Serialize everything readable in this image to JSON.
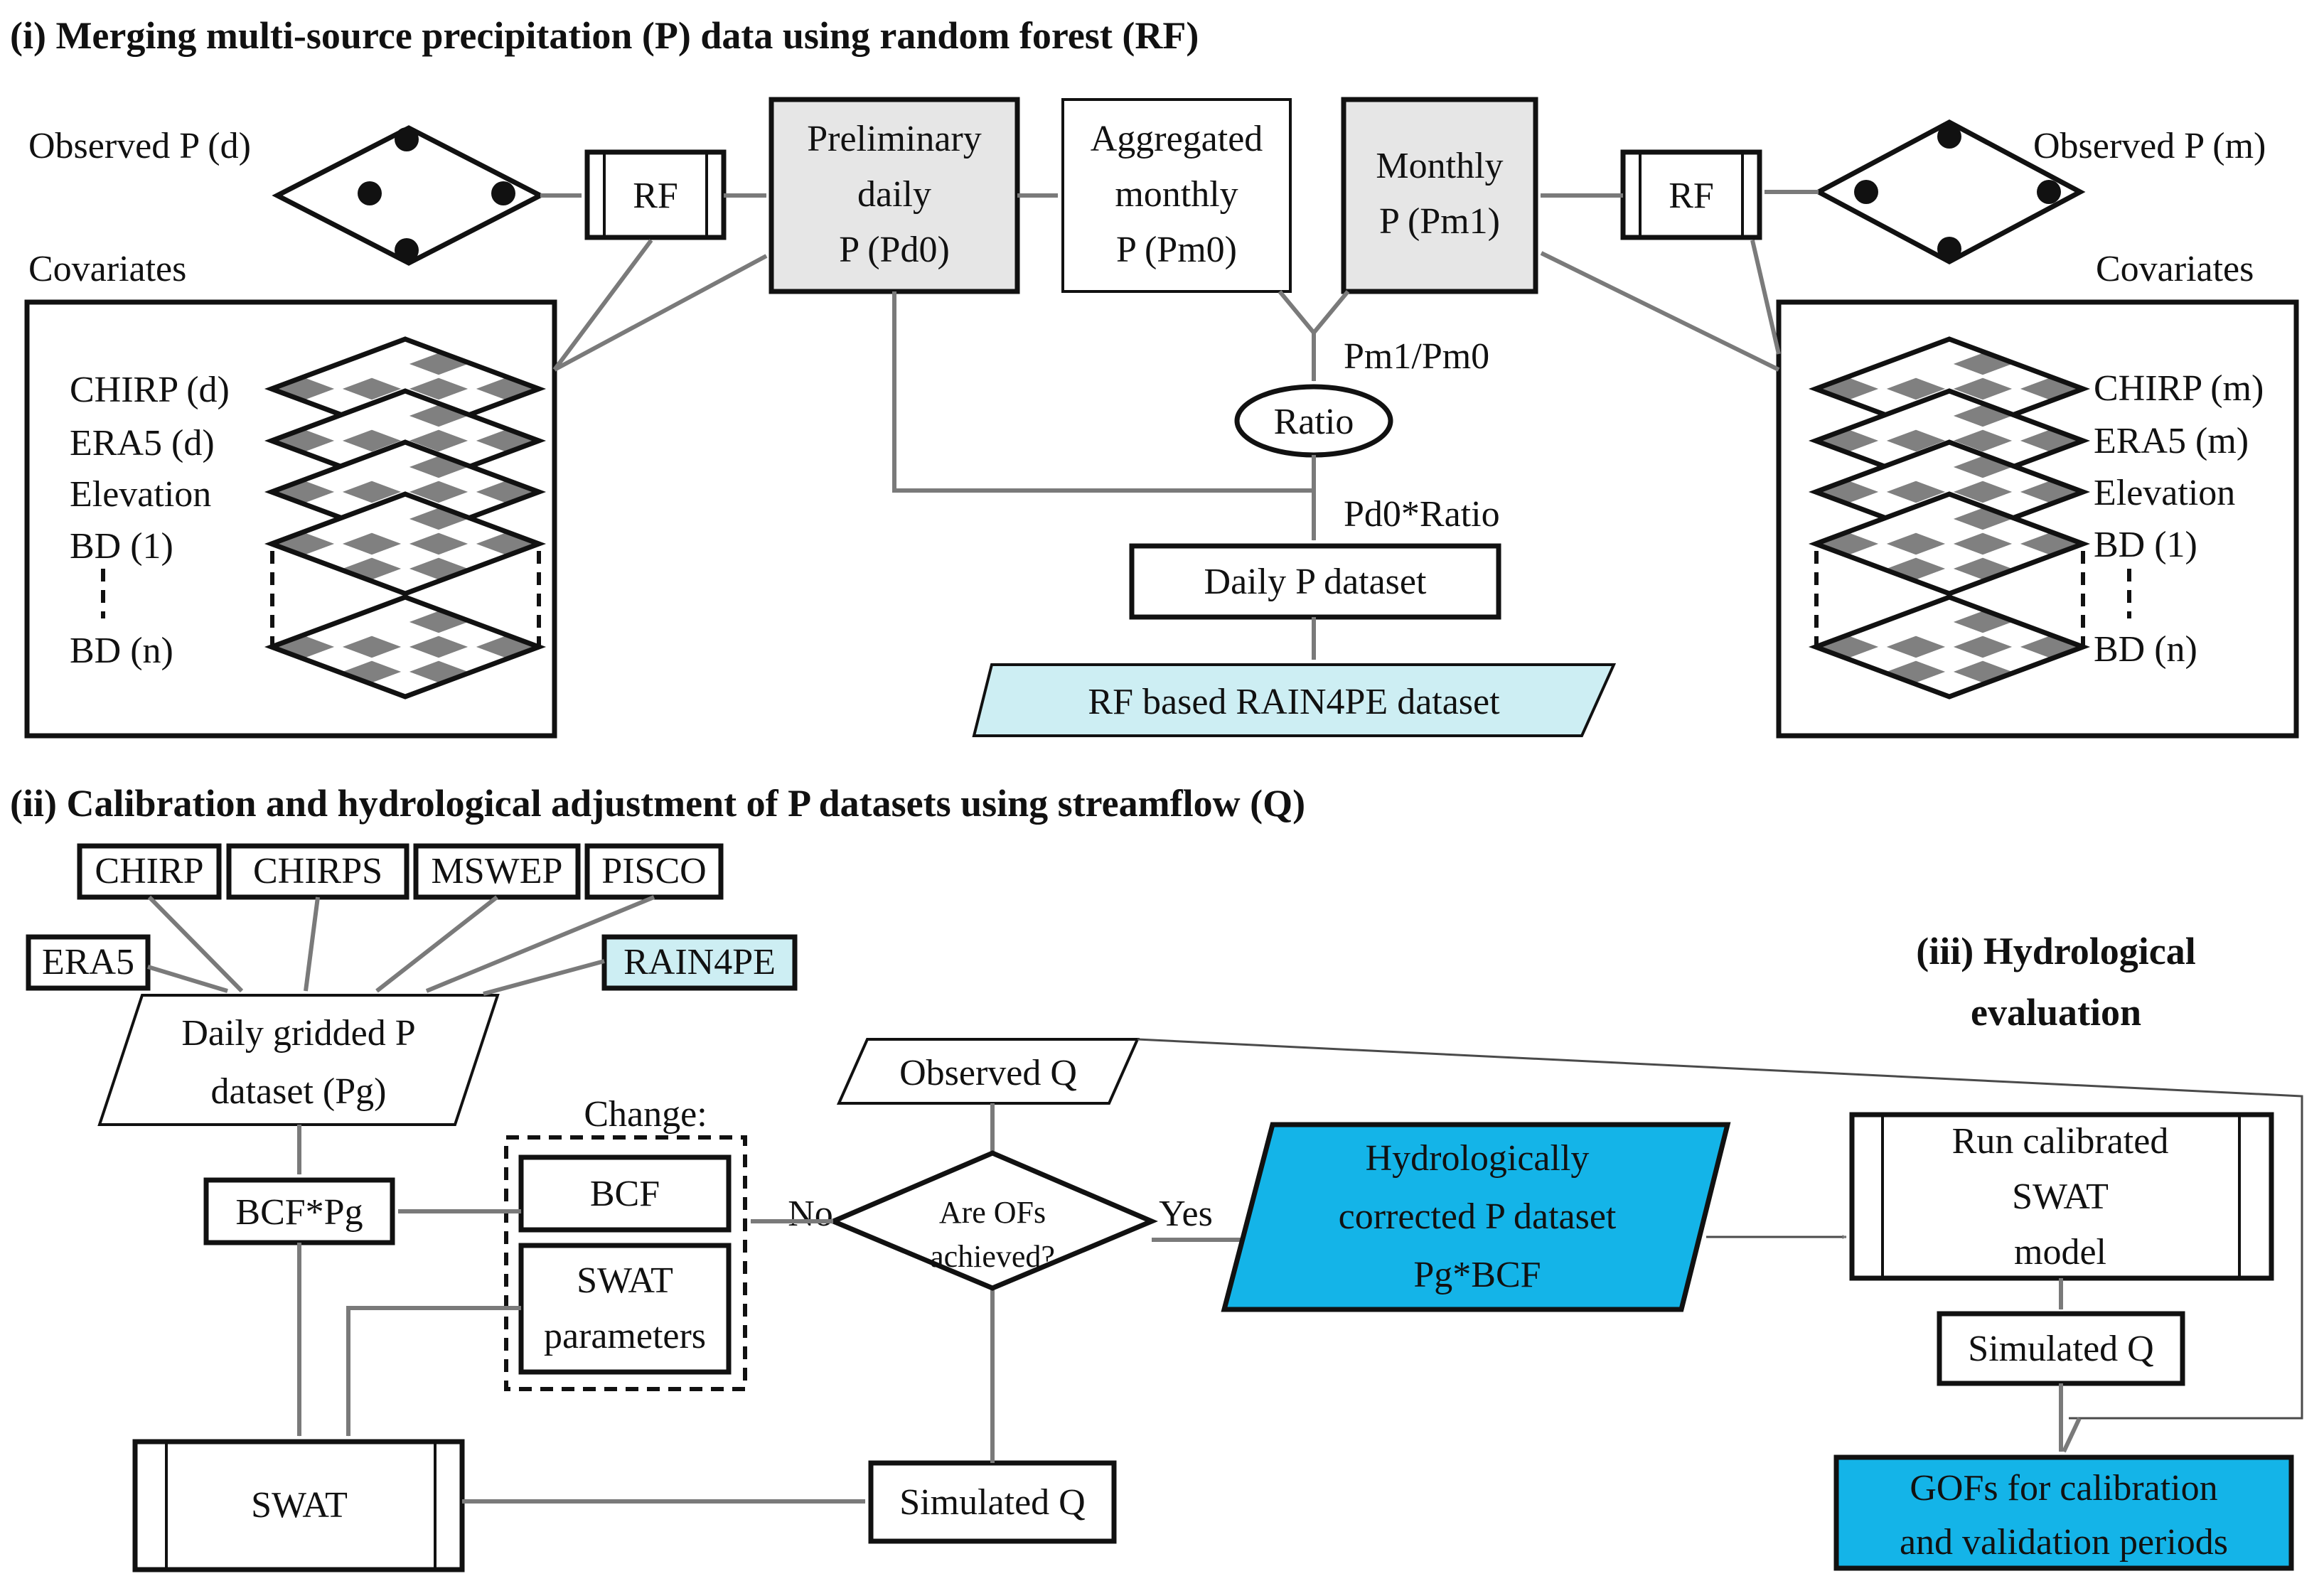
{
  "colors": {
    "grey_fill": "#e6e6e6",
    "light_blue": "#cdeef3",
    "bright_blue": "#14b4e8",
    "arrow": "#7a7a7a",
    "grid_dark": "#808080"
  },
  "sections": {
    "s1": "(i) Merging multi-source precipitation (P) data using random forest (RF)",
    "s2": "(ii) Calibration and hydrological adjustment of P datasets using streamflow (Q)",
    "s3_line1": "(iii) Hydrological",
    "s3_line2": "evaluation"
  },
  "part1": {
    "observed_daily": "Observed P (d)",
    "observed_monthly": "Observed P (m)",
    "rf": "RF",
    "covariates": "Covariates",
    "prelim": [
      "Preliminary",
      "daily",
      "P (Pd0)"
    ],
    "aggregated": [
      "Aggregated",
      "monthly",
      "P (Pm0)"
    ],
    "monthly": [
      "Monthly",
      "P (Pm1)"
    ],
    "pm_ratio": "Pm1/Pm0",
    "ratio": "Ratio",
    "pd_ratio": "Pd0*Ratio",
    "daily_dataset": "Daily P dataset",
    "rf_rain4pe": "RF based RAIN4PE dataset",
    "cov_left": [
      "CHIRP (d)",
      "ERA5 (d)",
      "Elevation",
      "BD (1)",
      "BD (n)"
    ],
    "cov_right": [
      "CHIRP (m)",
      "ERA5 (m)",
      "Elevation",
      "BD (1)",
      "BD (n)"
    ]
  },
  "part2": {
    "sources": [
      "CHIRP",
      "CHIRPS",
      "MSWEP",
      "PISCO"
    ],
    "era5": "ERA5",
    "rain4pe": "RAIN4PE",
    "gridded": [
      "Daily gridded P",
      "dataset (Pg)"
    ],
    "bcfpg": "BCF*Pg",
    "change": "Change:",
    "bcf": "BCF",
    "swat_params": [
      "SWAT",
      "parameters"
    ],
    "swat": "SWAT",
    "simulated_q": "Simulated Q",
    "observed_q": "Observed Q",
    "decision": [
      "Are OFs",
      "achieved?"
    ],
    "no": "No",
    "yes": "Yes",
    "corrected": [
      "Hydrologically",
      "corrected P dataset",
      "Pg*BCF"
    ]
  },
  "part3": {
    "run": [
      "Run calibrated",
      "SWAT",
      "model"
    ],
    "simulated_q": "Simulated Q",
    "gofs": [
      "GOFs for calibration",
      "and validation periods"
    ]
  }
}
